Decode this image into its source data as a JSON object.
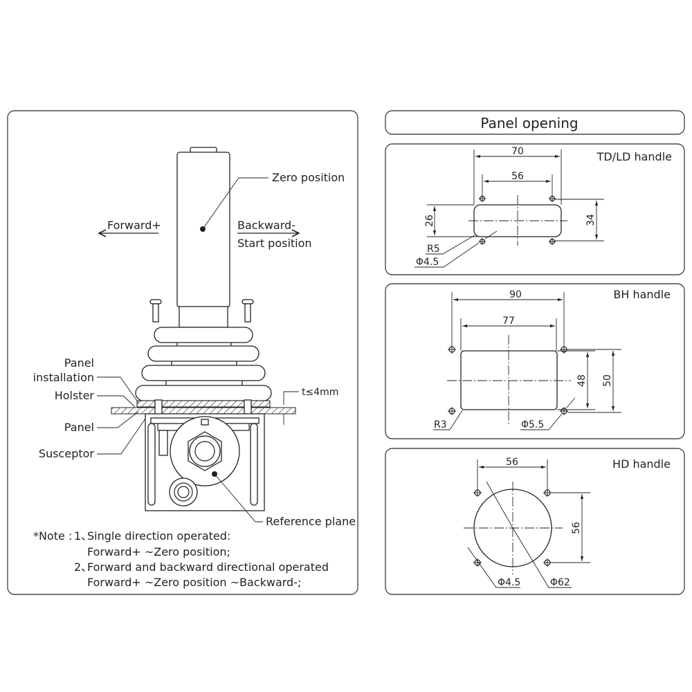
{
  "left_panel": {
    "labels": {
      "zero_position": "Zero position",
      "forward": "Forward+",
      "backward": "Backward-",
      "start_position": "Start position",
      "panel_installation_1": "Panel",
      "panel_installation_2": "installation",
      "holster": "Holster",
      "panel": "Panel",
      "susceptor": "Susceptor",
      "reference_plane": "Reference plane",
      "thickness": "t≤4mm"
    },
    "note": {
      "prefix": "*Note :",
      "item1_num": "1、",
      "item1_line1": "Single direction operated:",
      "item1_line2": "Forward+ ~Zero position;",
      "item2_num": "2、",
      "item2_line1": "Forward and backward directional operated",
      "item2_line2": "Forward+ ~Zero position ~Backward-;"
    }
  },
  "right_panel": {
    "title": "Panel opening",
    "td_ld": {
      "name": "TD/LD handle",
      "width_outer": "70",
      "width_holes": "56",
      "height_opening": "26",
      "height_holes": "34",
      "radius": "R5",
      "hole_dia": "Φ4.5"
    },
    "bh": {
      "name": "BH handle",
      "width_outer": "90",
      "width_opening": "77",
      "height_opening": "48",
      "height_holes": "50",
      "radius": "R3",
      "hole_dia": "Φ5.5"
    },
    "hd": {
      "name": "HD handle",
      "width_holes": "56",
      "height_holes": "56",
      "hole_dia": "Φ4.5",
      "circle_dia": "Φ62"
    }
  }
}
